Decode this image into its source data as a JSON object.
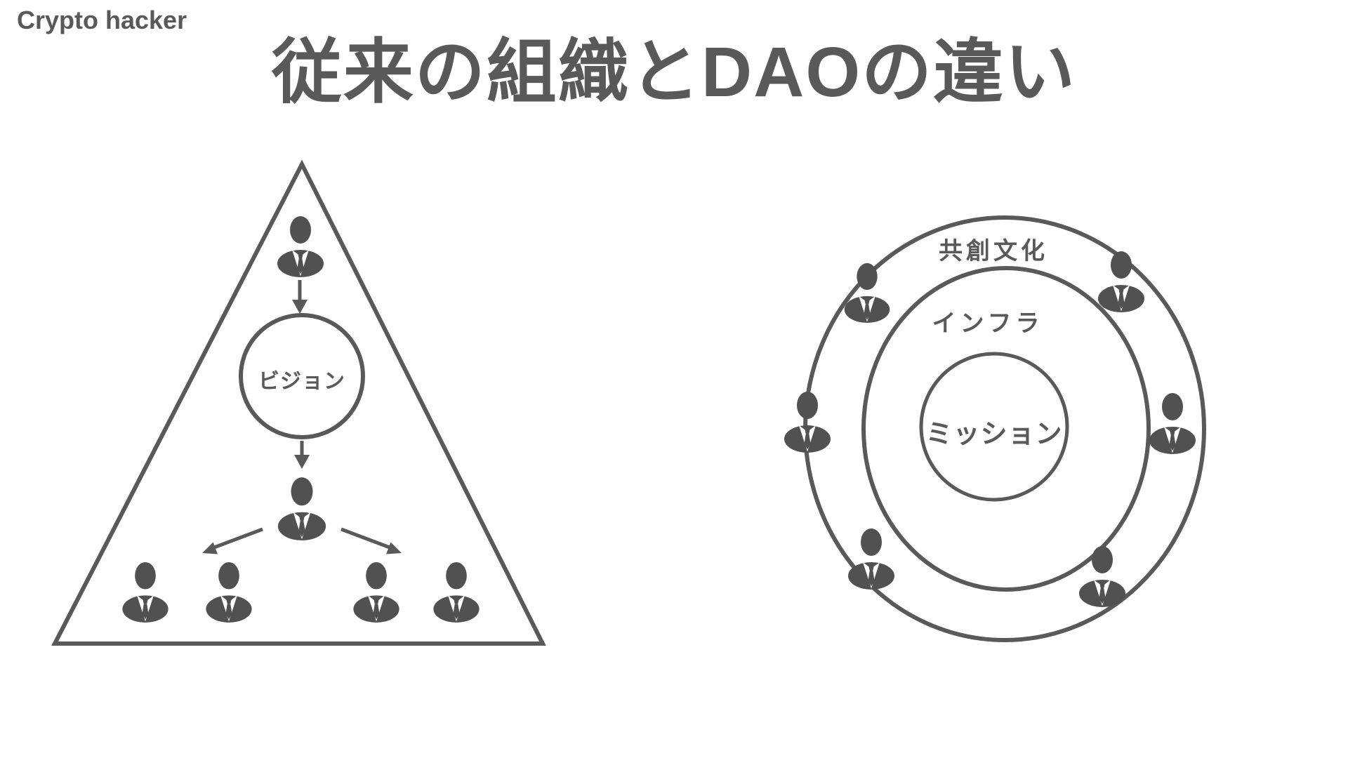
{
  "page": {
    "background_color": "#ffffff",
    "accent_color": "#595959",
    "icon_color": "#515151"
  },
  "header": {
    "brand": "Crypto hacker",
    "title": "従来の組織とDAOの違い"
  },
  "left_diagram": {
    "name": "traditional-organization-pyramid",
    "vision_label": "ビジョン"
  },
  "right_diagram": {
    "name": "dao-concentric-circles",
    "outer_label": "共創文化",
    "middle_label": "インフラ",
    "inner_label": "ミッション"
  },
  "icons": {
    "person": "businessman-silhouette-icon",
    "down_arrow": "downward-arrow-icon",
    "diagonal_arrow": "diagonal-arrow-icon"
  }
}
